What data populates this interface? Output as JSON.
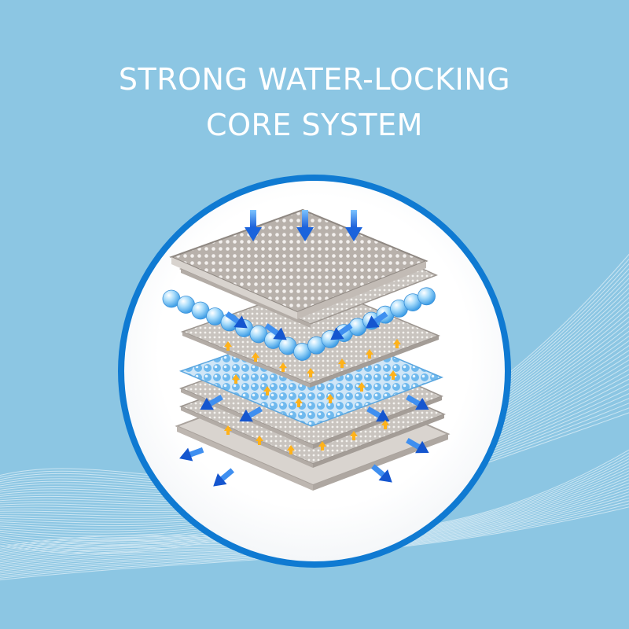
{
  "headline": {
    "line1": "STRONG WATER-LOCKING",
    "line2": "CORE SYSTEM"
  },
  "colors": {
    "background": "#8cc6e3",
    "circle_ring": "#0f7ad2",
    "text": "#ffffff",
    "arrow_blue": "#1f6fdc",
    "arrow_orange": "#ffb21a",
    "bead": "#7ec7f3"
  },
  "illustration": {
    "layers": [
      "perforated-top-sheet",
      "acquisition-layer",
      "bead-layer",
      "perforated-sheet",
      "absorbent-core",
      "perforated-sheet",
      "backsheet"
    ]
  }
}
